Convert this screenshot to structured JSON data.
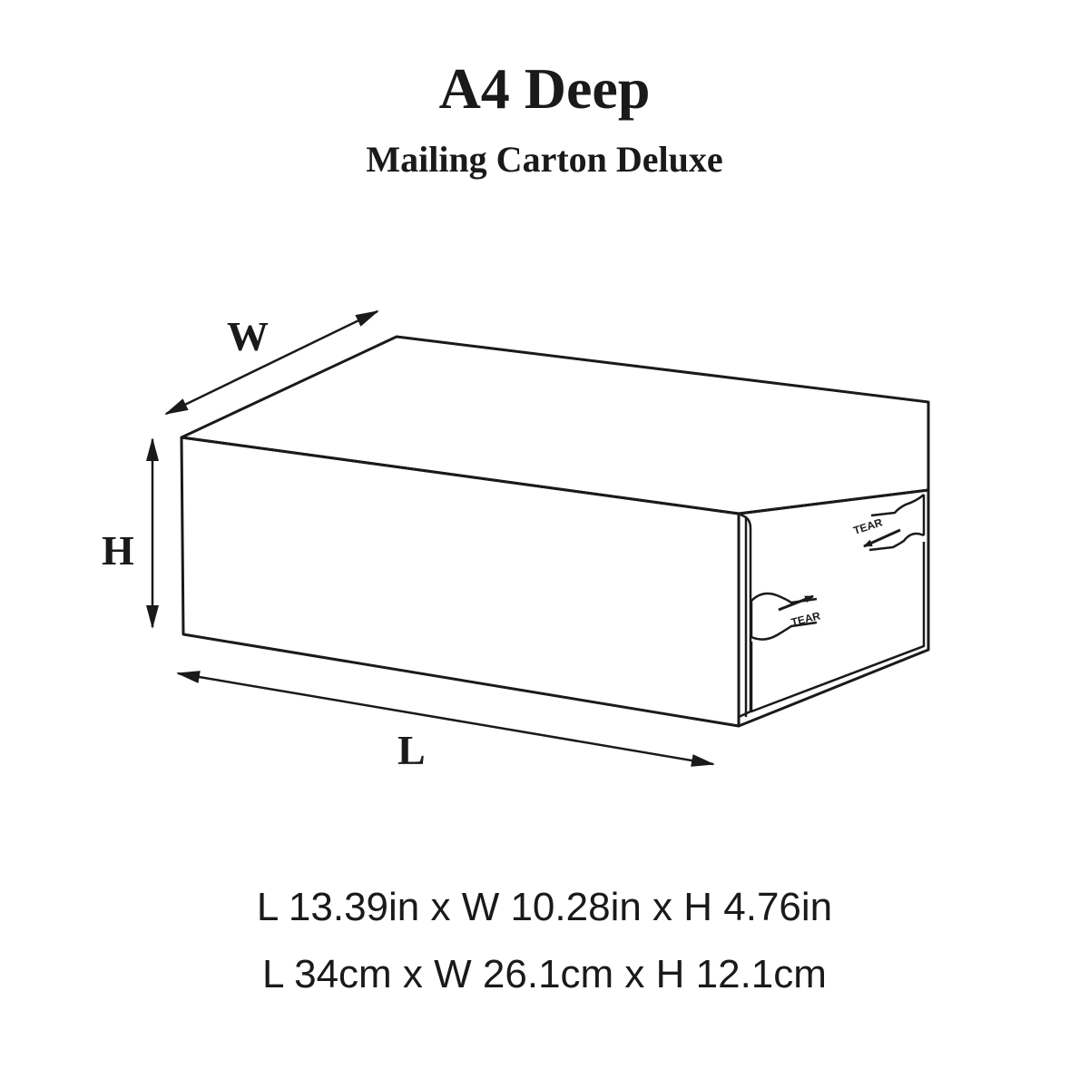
{
  "header": {
    "title": "A4 Deep",
    "subtitle": "Mailing Carton Deluxe"
  },
  "diagram": {
    "labels": {
      "width": "W",
      "height": "H",
      "length": "L"
    },
    "tear_strip_label": "TEAR"
  },
  "dimensions": {
    "imperial": "L 13.39in x W 10.28in x H 4.76in",
    "metric": "L 34cm x W 26.1cm x H 12.1cm"
  }
}
